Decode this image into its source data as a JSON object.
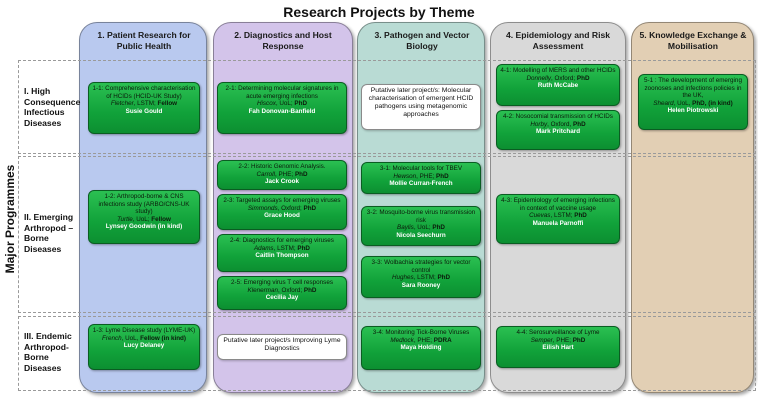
{
  "title": "Research Projects by Theme",
  "side_label": "Major Programmes",
  "themes": [
    {
      "label": "1. Patient Research for Public Health",
      "color": "#b9c9ef"
    },
    {
      "label": "2. Diagnostics and Host Response",
      "color": "#d3c4ea"
    },
    {
      "label": "3. Pathogen and Vector Biology",
      "color": "#b9dbd4"
    },
    {
      "label": "4. Epidemiology and Risk Assessment",
      "color": "#d9d9d9"
    },
    {
      "label": "5. Knowledge Exchange & Mobilisation",
      "color": "#e2cfb4"
    }
  ],
  "rows": [
    {
      "label": "I. High Consequence Infectious Diseases"
    },
    {
      "label": "II. Emerging Arthropod – Borne Diseases"
    },
    {
      "label": "III. Endemic Arthropod-Borne Diseases"
    }
  ],
  "projects": [
    {
      "id": "p1_1",
      "title": "1-1: Comprehensive characterisation of HCIDs (HCID-UK Study)",
      "name": "Fletcher",
      "inst": ", LSTM; ",
      "tail": "Fellow",
      "student": "Susie Gould"
    },
    {
      "id": "p2_1",
      "title": "2-1: Determining molecular signatures in acute emerging infections",
      "name": "Hiscox",
      "inst": ", UoL; ",
      "tail": "PhD",
      "student": "Fah Donovan-Banfield"
    },
    {
      "id": "p3_later",
      "title": "Putative later project/s: Molecular characterisation of emergent HCID pathogens using metagenomic approaches"
    },
    {
      "id": "p4_1",
      "title": "4-1: Modelling of MERS and other HCIDs",
      "name": "Donnelly",
      "inst": ", Oxford; ",
      "tail": "PhD",
      "student": "Ruth McCabe"
    },
    {
      "id": "p4_2",
      "title": "4-2: Nosocomial transmission of HCIDs",
      "name": "Horby",
      "inst": ", Oxford, ",
      "tail": "PhD",
      "student": "Mark Pritchard"
    },
    {
      "id": "p5_1",
      "title": "5-1 : The development of emerging zoonoses and infections policies in the UK,",
      "name": "Sheard",
      "inst": ", UoL, ",
      "tail": "PhD, (in kind)",
      "student": "Helen Piotrowski"
    },
    {
      "id": "p1_2",
      "title": "1-2: Arthropod-borne & CNS infections study (ARBO/CNS-UK study)",
      "name": "Turtle",
      "inst": ", UoL; ",
      "tail": "Fellow",
      "student": "Lynsey Goodwin (in kind)"
    },
    {
      "id": "p2_2",
      "title": "2-2: Historic Genomic Analysis.",
      "name": "Carroll",
      "inst": ", PHE; ",
      "tail": "PhD",
      "student": "Jack Crook"
    },
    {
      "id": "p2_3",
      "title": "2-3: Targeted assays for emerging viruses",
      "name": "Simmonds",
      "inst": ", Oxford; ",
      "tail": "PhD",
      "student": "Grace Hood"
    },
    {
      "id": "p2_4",
      "title": "2-4: Diagnostics for emerging viruses",
      "name": "Adams",
      "inst": ", LSTM; ",
      "tail": "PhD",
      "student": "Caitlin Thompson"
    },
    {
      "id": "p2_5",
      "title": "2-5: Emerging virus T cell responses",
      "name": "Klenerman",
      "inst": ", Oxford; ",
      "tail": "PhD",
      "student": "Cecilia Jay"
    },
    {
      "id": "p3_1",
      "title": "3-1: Molecular tools for TBEV",
      "name": "Hewson",
      "inst": ", PHE; ",
      "tail": "PhD",
      "student": "Mollie Curran-French"
    },
    {
      "id": "p3_2",
      "title": "3-2: Mosquito-borne virus transmission risk",
      "name": "Baylis",
      "inst": ", UoL; ",
      "tail": "PhD",
      "student": "Nicola Seechurn"
    },
    {
      "id": "p3_3",
      "title": "3-3: Wolbachia strategies for vector control",
      "name": "Hughes",
      "inst": ", LSTM; ",
      "tail": "PhD",
      "student": "Sara Rooney"
    },
    {
      "id": "p4_3",
      "title": "4-3: Epidemiology of emerging infections in context of vaccine usage",
      "name": "Cuevas",
      "inst": ", LSTM; ",
      "tail": "PhD",
      "student": "Manuela Parnoffi"
    },
    {
      "id": "p1_3",
      "title": "1-3: Lyme Disease study (LYME-UK)",
      "name": "French",
      "inst": ", UoL, ",
      "tail": "Fellow (in kind)",
      "student": "Lucy Delaney"
    },
    {
      "id": "p2_later",
      "title": "Putative later project/s Improving Lyme Diagnostics"
    },
    {
      "id": "p3_4",
      "title": "3-4: Monitoring Tick-Borne Viruses",
      "name": "Medlock",
      "inst": ", PHE; ",
      "tail": "PDRA",
      "student": "Maya Holding"
    },
    {
      "id": "p4_4",
      "title": "4-4: Serosurveillance of Lyme",
      "name": "Semper",
      "inst": ", PHE; ",
      "tail": "PhD",
      "student": "Eilish Hart"
    }
  ],
  "colors": {
    "green_box": "#13a63c",
    "green_border": "#0a5d22",
    "student_text": "#ffffff"
  }
}
